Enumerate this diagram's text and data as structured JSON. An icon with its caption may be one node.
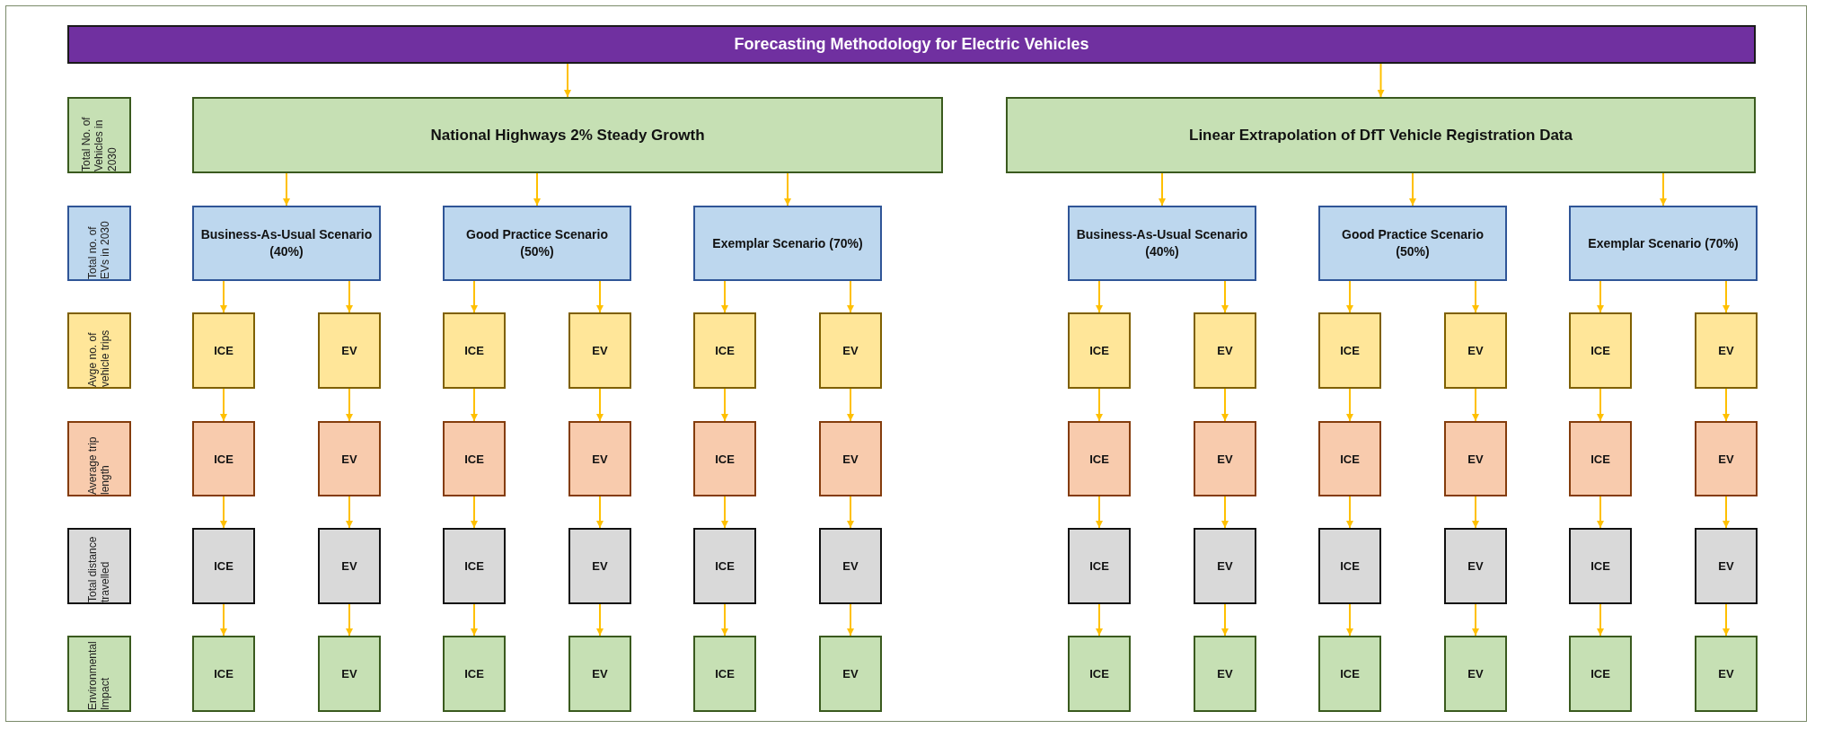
{
  "diagram": {
    "nodes": [
      {
        "text": [
          "Forecasting Methodology for Electric Vehicles"
        ]
      },
      {
        "text": [
          "Total No. of Vehicles in 2030"
        ]
      },
      {
        "text": [
          "Total no. of EVs in 2030"
        ]
      },
      {
        "text": [
          "Avge no. of vehicle trips"
        ]
      },
      {
        "text": [
          "Average trip length"
        ]
      },
      {
        "text": [
          "Total distance travelled"
        ]
      },
      {
        "text": [
          "Environmental Impact"
        ]
      },
      {
        "text": [
          "National Highways 2% Steady Growth"
        ]
      },
      {
        "text": [
          "Linear Extrapolation of DfT Vehicle Registration Data"
        ]
      },
      {
        "text": [
          "Business-As-Usual Scenario (40%)"
        ]
      },
      {
        "text": [
          "Good Practice Scenario (50%)"
        ]
      },
      {
        "text": [
          "Exemplar Scenario (70%)"
        ]
      },
      {
        "text": [
          "Business-As-Usual Scenario (40%)"
        ]
      },
      {
        "text": [
          "Good Practice Scenario (50%)"
        ]
      },
      {
        "text": [
          "Exemplar Scenario (70%)"
        ]
      },
      {
        "text": [
          "ICE"
        ]
      },
      {
        "text": [
          "EV"
        ]
      },
      {
        "text": [
          "ICE"
        ]
      },
      {
        "text": [
          "EV"
        ]
      },
      {
        "text": [
          "ICE"
        ]
      },
      {
        "text": [
          "EV"
        ]
      },
      {
        "text": [
          "ICE"
        ]
      },
      {
        "text": [
          "EV"
        ]
      },
      {
        "text": [
          "ICE"
        ]
      },
      {
        "text": [
          "EV"
        ]
      },
      {
        "text": [
          "ICE"
        ]
      },
      {
        "text": [
          "EV"
        ]
      },
      {
        "text": [
          "ICE"
        ]
      },
      {
        "text": [
          "EV"
        ]
      },
      {
        "text": [
          "ICE"
        ]
      },
      {
        "text": [
          "EV"
        ]
      },
      {
        "text": [
          "ICE"
        ]
      },
      {
        "text": [
          "EV"
        ]
      },
      {
        "text": [
          "ICE"
        ]
      },
      {
        "text": [
          "EV"
        ]
      },
      {
        "text": [
          "ICE"
        ]
      },
      {
        "text": [
          "EV"
        ]
      },
      {
        "text": [
          "ICE"
        ]
      },
      {
        "text": [
          "EV"
        ]
      },
      {
        "text": [
          "ICE"
        ]
      },
      {
        "text": [
          "EV"
        ]
      },
      {
        "text": [
          "ICE"
        ]
      },
      {
        "text": [
          "EV"
        ]
      },
      {
        "text": [
          "ICE"
        ]
      },
      {
        "text": [
          "EV"
        ]
      },
      {
        "text": [
          "ICE"
        ]
      },
      {
        "text": [
          "EV"
        ]
      },
      {
        "text": [
          "ICE"
        ]
      },
      {
        "text": [
          "EV"
        ]
      },
      {
        "text": [
          "ICE"
        ]
      },
      {
        "text": [
          "EV"
        ]
      },
      {
        "text": [
          "ICE"
        ]
      },
      {
        "text": [
          "EV"
        ]
      },
      {
        "text": [
          "ICE"
        ]
      },
      {
        "text": [
          "EV"
        ]
      },
      {
        "text": [
          "ICE"
        ]
      },
      {
        "text": [
          "EV"
        ]
      },
      {
        "text": [
          "ICE"
        ]
      },
      {
        "text": [
          "EV"
        ]
      },
      {
        "text": [
          "ICE"
        ]
      },
      {
        "text": [
          "EV"
        ]
      },
      {
        "text": [
          "ICE"
        ]
      },
      {
        "text": [
          "EV"
        ]
      }
    ],
    "edges": [
      {
        "from": 0,
        "to": 7,
        "arrow": "to"
      },
      {
        "from": 0,
        "to": 8,
        "arrow": "to"
      },
      {
        "from": 7,
        "to": 9,
        "arrow": "to"
      },
      {
        "from": 7,
        "to": 10,
        "arrow": "to"
      },
      {
        "from": 7,
        "to": 11,
        "arrow": "to"
      },
      {
        "from": 8,
        "to": 12,
        "arrow": "to"
      },
      {
        "from": 8,
        "to": 13,
        "arrow": "to"
      },
      {
        "from": 8,
        "to": 14,
        "arrow": "to"
      },
      {
        "from": 9,
        "to": 15,
        "arrow": "to"
      },
      {
        "from": 9,
        "to": 16,
        "arrow": "to"
      },
      {
        "from": 10,
        "to": 17,
        "arrow": "to"
      },
      {
        "from": 10,
        "to": 18,
        "arrow": "to"
      },
      {
        "from": 11,
        "to": 19,
        "arrow": "to"
      },
      {
        "from": 11,
        "to": 20,
        "arrow": "to"
      },
      {
        "from": 12,
        "to": 21,
        "arrow": "to"
      },
      {
        "from": 12,
        "to": 22,
        "arrow": "to"
      },
      {
        "from": 13,
        "to": 23,
        "arrow": "to"
      },
      {
        "from": 13,
        "to": 24,
        "arrow": "to"
      },
      {
        "from": 14,
        "to": 25,
        "arrow": "to"
      },
      {
        "from": 14,
        "to": 26,
        "arrow": "to"
      },
      {
        "from": 15,
        "to": 27,
        "arrow": "to"
      },
      {
        "from": 16,
        "to": 28,
        "arrow": "to"
      },
      {
        "from": 17,
        "to": 29,
        "arrow": "to"
      },
      {
        "from": 18,
        "to": 30,
        "arrow": "to"
      },
      {
        "from": 19,
        "to": 31,
        "arrow": "to"
      },
      {
        "from": 20,
        "to": 32,
        "arrow": "to"
      },
      {
        "from": 21,
        "to": 33,
        "arrow": "to"
      },
      {
        "from": 22,
        "to": 34,
        "arrow": "to"
      },
      {
        "from": 23,
        "to": 35,
        "arrow": "to"
      },
      {
        "from": 24,
        "to": 36,
        "arrow": "to"
      },
      {
        "from": 25,
        "to": 37,
        "arrow": "to"
      },
      {
        "from": 26,
        "to": 38,
        "arrow": "to"
      },
      {
        "from": 27,
        "to": 39,
        "arrow": "to"
      },
      {
        "from": 28,
        "to": 40,
        "arrow": "to"
      },
      {
        "from": 29,
        "to": 41,
        "arrow": "to"
      },
      {
        "from": 30,
        "to": 42,
        "arrow": "to"
      },
      {
        "from": 31,
        "to": 43,
        "arrow": "to"
      },
      {
        "from": 32,
        "to": 44,
        "arrow": "to"
      },
      {
        "from": 33,
        "to": 45,
        "arrow": "to"
      },
      {
        "from": 34,
        "to": 46,
        "arrow": "to"
      },
      {
        "from": 35,
        "to": 47,
        "arrow": "to"
      },
      {
        "from": 36,
        "to": 48,
        "arrow": "to"
      },
      {
        "from": 37,
        "to": 49,
        "arrow": "to"
      },
      {
        "from": 38,
        "to": 50,
        "arrow": "to"
      },
      {
        "from": 39,
        "to": 51,
        "arrow": "to"
      },
      {
        "from": 40,
        "to": 52,
        "arrow": "to"
      },
      {
        "from": 41,
        "to": 53,
        "arrow": "to"
      },
      {
        "from": 42,
        "to": 54,
        "arrow": "to"
      },
      {
        "from": 43,
        "to": 55,
        "arrow": "to"
      },
      {
        "from": 44,
        "to": 56,
        "arrow": "to"
      },
      {
        "from": 45,
        "to": 57,
        "arrow": "to"
      },
      {
        "from": 46,
        "to": 58,
        "arrow": "to"
      },
      {
        "from": 47,
        "to": 59,
        "arrow": "to"
      },
      {
        "from": 48,
        "to": 60,
        "arrow": "to"
      },
      {
        "from": 49,
        "to": 61,
        "arrow": "to"
      },
      {
        "from": 50,
        "to": 62,
        "arrow": "to"
      }
    ]
  }
}
